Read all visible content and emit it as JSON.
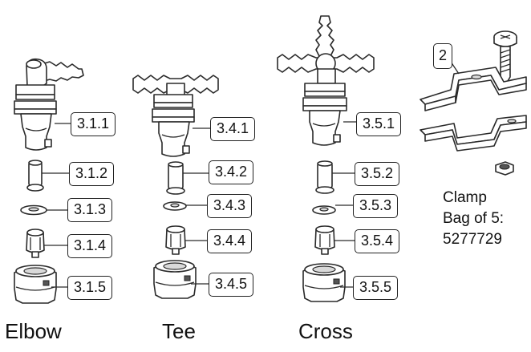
{
  "columns": [
    {
      "key": "elbow",
      "caption": "Elbow",
      "labels": [
        "3.1.1",
        "3.1.2",
        "3.1.3",
        "3.1.4",
        "3.1.5"
      ]
    },
    {
      "key": "tee",
      "caption": "Tee",
      "labels": [
        "3.4.1",
        "3.4.2",
        "3.4.3",
        "3.4.4",
        "3.4.5"
      ]
    },
    {
      "key": "cross",
      "caption": "Cross",
      "labels": [
        "3.5.1",
        "3.5.2",
        "3.5.3",
        "3.5.4",
        "3.5.5"
      ]
    }
  ],
  "clamp": {
    "label": "2",
    "note_lines": [
      "Clamp",
      "Bag of 5:",
      "5277729"
    ]
  },
  "colors": {
    "line": "#2a2a2a",
    "background": "#ffffff"
  }
}
